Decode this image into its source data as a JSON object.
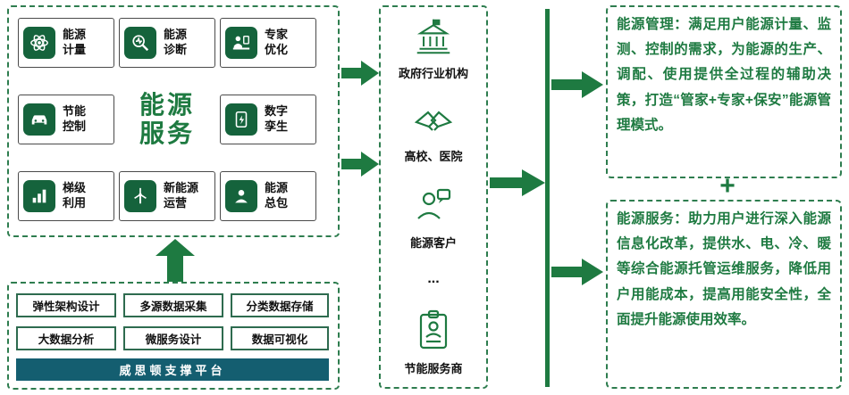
{
  "colors": {
    "green": "#1e7a41",
    "icon_green": "#15633c",
    "teal": "#145e70"
  },
  "services": {
    "title_l1": "能源",
    "title_l2": "服务",
    "items": [
      {
        "l1": "能源",
        "l2": "计量",
        "icon": "energy-metering-icon"
      },
      {
        "l1": "能源",
        "l2": "诊断",
        "icon": "energy-diagnosis-icon"
      },
      {
        "l1": "专家",
        "l2": "优化",
        "icon": "expert-optimization-icon"
      },
      {
        "l1": "节能",
        "l2": "控制",
        "icon": "energy-saving-control-icon"
      },
      {
        "l1": "数字",
        "l2": "孪生",
        "icon": "digital-twin-icon"
      },
      {
        "l1": "梯级",
        "l2": "利用",
        "icon": "cascade-utilization-icon"
      },
      {
        "l1": "新能源",
        "l2": "运营",
        "icon": "new-energy-operation-icon"
      },
      {
        "l1": "能源",
        "l2": "总包",
        "icon": "energy-epc-icon"
      }
    ]
  },
  "platform": {
    "row1": [
      "弹性架构设计",
      "多源数据采集",
      "分类数据存储"
    ],
    "row2": [
      "大数据分析",
      "微服务设计",
      "数据可视化"
    ],
    "bar": "威思顿支撑平台"
  },
  "customers": {
    "gov": "政府行业机构",
    "edu": "高校、医院",
    "client": "能源客户",
    "dots": "...",
    "provider": "节能服务商"
  },
  "summary": {
    "management_title": "能源管理：",
    "management_body": "满足用户能源计量、监测、控制的需求，为能源的生产、调配、使用提供全过程的辅助决策，打造“管家+专家+保安”能源管理模式。",
    "plus": "+",
    "service_title": "能源服务：",
    "service_body": "助力用户进行深入能源信息化改革，提供水、电、冷、暖等综合能源托管运维服务，降低用户用能成本，提高用能安全性，全面提升能源使用效率。"
  }
}
